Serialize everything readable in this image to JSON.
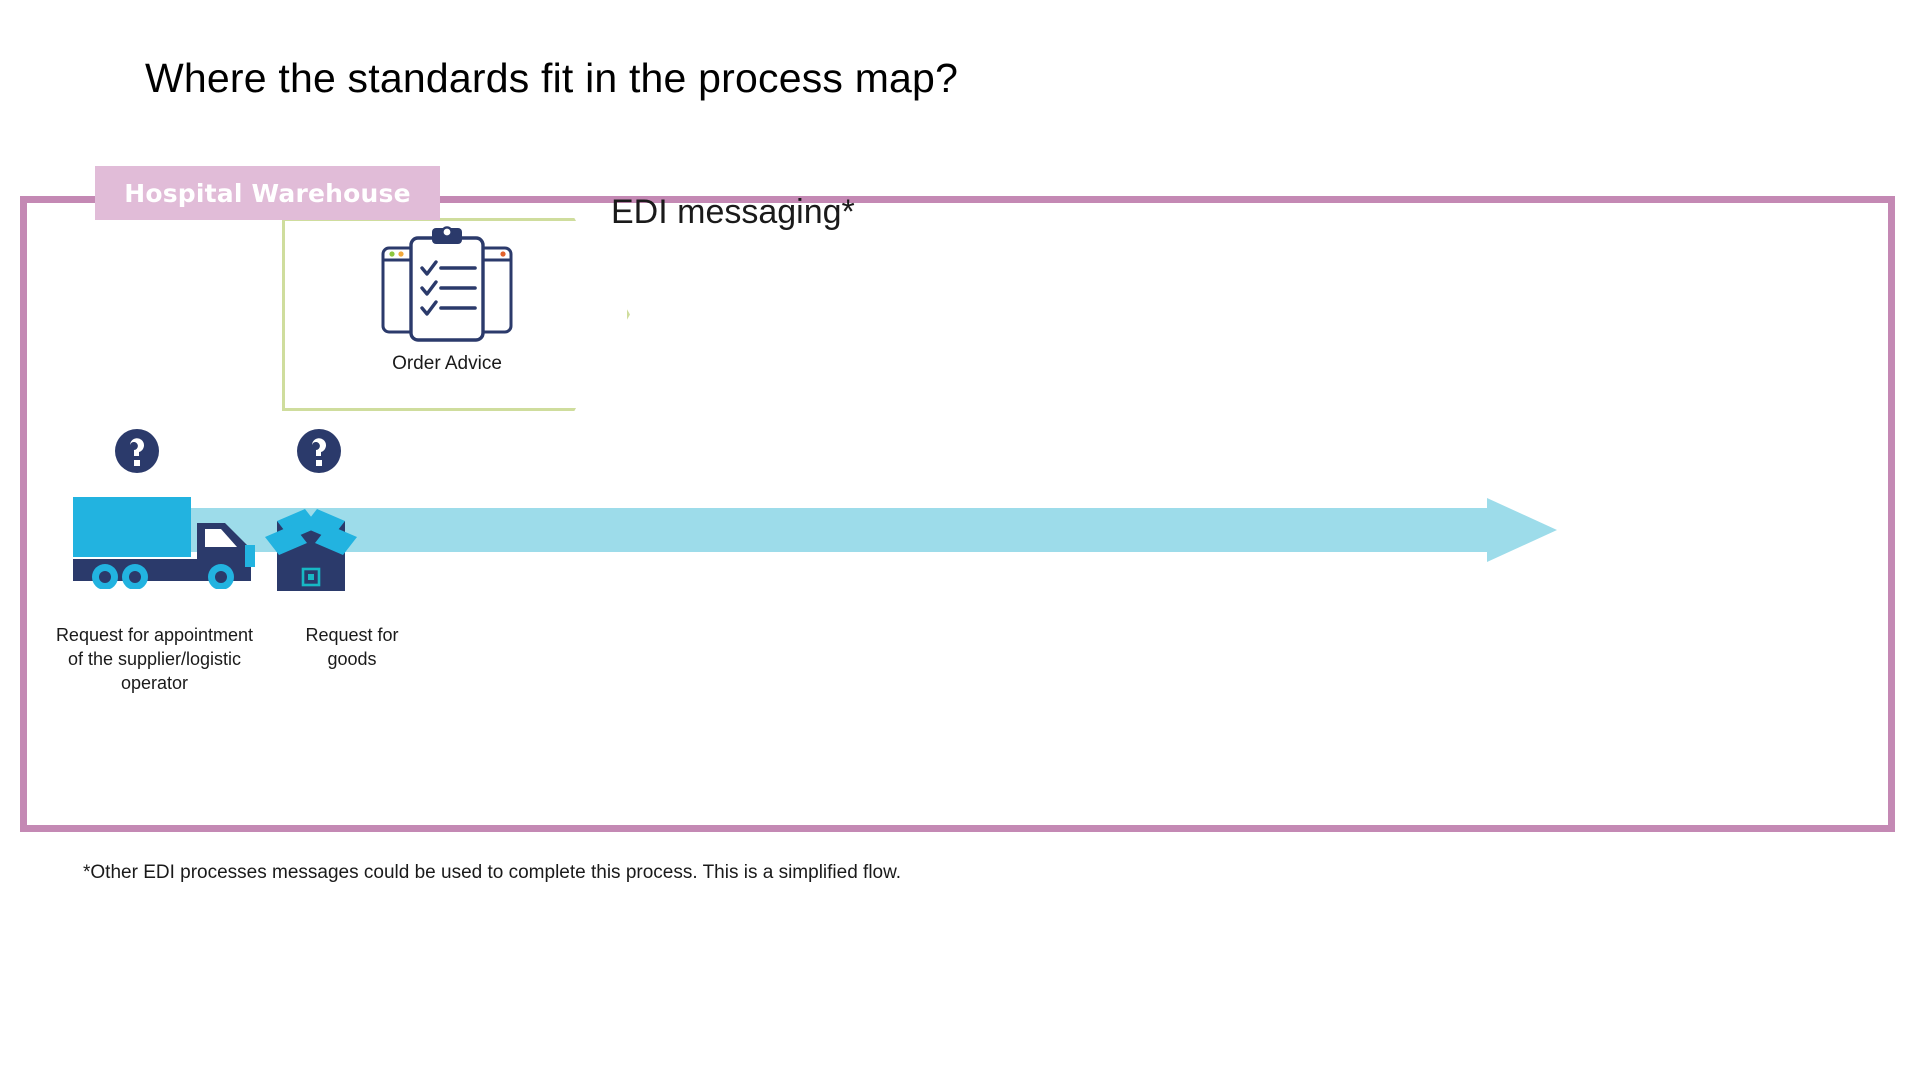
{
  "slide": {
    "title": "Where the standards fit in the process map?",
    "footnote": "*Other EDI processes messages could be used to complete this process. This is a simplified flow."
  },
  "lane": {
    "banner_label": "Hospital Warehouse",
    "banner_color": "#e1bcd8",
    "border_color": "#c489b4"
  },
  "section": {
    "heading": "EDI messaging*"
  },
  "process_step": {
    "label": "Order Advice",
    "outline_color": "#cfdd9d",
    "icon": "clipboard-checklist-icon"
  },
  "flow": {
    "arrow_color": "#9ddcea",
    "arrow_name": "process-flow-arrow",
    "steps": [
      {
        "id": "request-appointment",
        "icon": "delivery-truck-icon",
        "badge": "question-mark-badge",
        "caption": "Request for appointment of the supplier/logistic operator"
      },
      {
        "id": "request-goods",
        "icon": "open-box-icon",
        "badge": "question-mark-badge",
        "caption": "Request for goods"
      }
    ]
  },
  "palette": {
    "navy": "#2b3a6b",
    "cyan": "#22b3e0",
    "light_cyan": "#9ddcea",
    "teal": "#17b8c4",
    "green_outline": "#cfdd9d",
    "pink_border": "#c489b4",
    "pink_fill": "#e1bcd8"
  }
}
